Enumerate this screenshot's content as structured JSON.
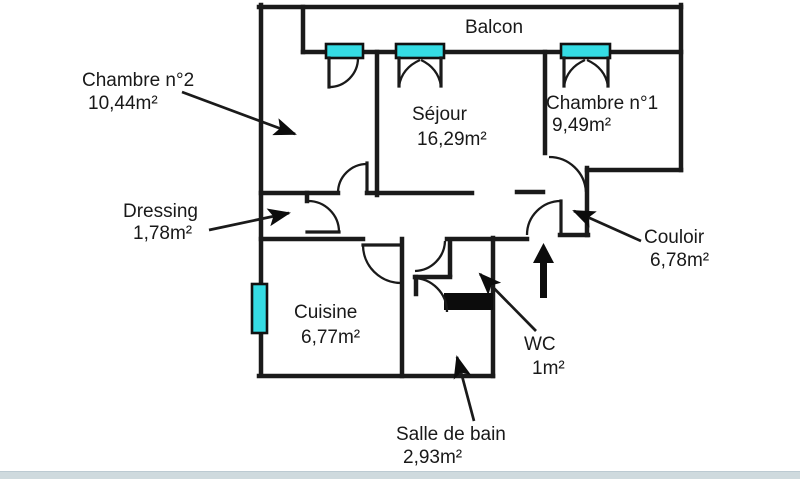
{
  "balcony": {
    "label": "Balcon"
  },
  "rooms": [
    {
      "name": "chambre-2",
      "label": "Chambre n°2",
      "area": "10,44m²"
    },
    {
      "name": "sejour",
      "label": "Séjour",
      "area": "16,29m²"
    },
    {
      "name": "chambre-1",
      "label": "Chambre n°1",
      "area": "9,49m²"
    },
    {
      "name": "dressing",
      "label": "Dressing",
      "area": "1,78m²"
    },
    {
      "name": "couloir",
      "label": "Couloir",
      "area": "6,78m²"
    },
    {
      "name": "cuisine",
      "label": "Cuisine",
      "area": "6,77m²"
    },
    {
      "name": "wc",
      "label": "WC",
      "area": "1m²"
    },
    {
      "name": "salle-de-bain",
      "label": "Salle de bain",
      "area": "2,93m²"
    }
  ],
  "symbols": {
    "entrance_arrow_direction": "up",
    "window_count": 4,
    "window_color": "#35dce4",
    "wall_color": "#1a1a1a"
  }
}
